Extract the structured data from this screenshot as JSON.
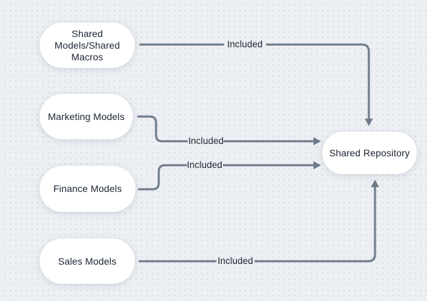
{
  "diagram": {
    "colors": {
      "background": "#edf0f3",
      "grid_dot": "#d6dbe2",
      "connector": "#6e7b8a",
      "text": "#1b2432",
      "node_fill": "#ffffff"
    },
    "nodes": {
      "shared_models": {
        "label": "Shared Models/Shared Macros",
        "lines": [
          "Shared",
          "Models/Shared",
          "Macros"
        ]
      },
      "marketing": {
        "label": "Marketing Models"
      },
      "finance": {
        "label": "Finance Models"
      },
      "sales": {
        "label": "Sales Models"
      },
      "repository": {
        "label": "Shared Repository"
      }
    },
    "edges": {
      "shared_to_repo": {
        "from": "Shared Models/Shared Macros",
        "to": "Shared Repository",
        "label": "Included"
      },
      "marketing_to_repo": {
        "from": "Marketing Models",
        "to": "Shared Repository",
        "label": "Included"
      },
      "finance_to_repo": {
        "from": "Finance Models",
        "to": "Shared Repository",
        "label": "Included"
      },
      "sales_to_repo": {
        "from": "Sales Models",
        "to": "Shared Repository",
        "label": "Included"
      }
    }
  }
}
